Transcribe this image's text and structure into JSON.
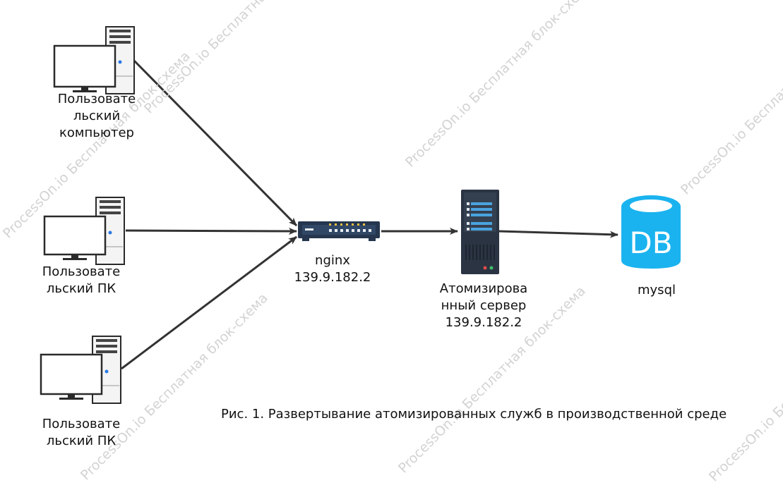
{
  "watermark": "ProcessOn.io Бесплатная блок-схема",
  "nodes": {
    "pc1": {
      "lines": [
        "Пользовате",
        "льский",
        "компьютер"
      ]
    },
    "pc2": {
      "lines": [
        "Пользовате",
        "льский ПК"
      ]
    },
    "pc3": {
      "lines": [
        "Пользовате",
        "льский ПК"
      ]
    },
    "nginx": {
      "lines": [
        "nginx",
        "139.9.182.2"
      ]
    },
    "server": {
      "lines": [
        "Атомизирова",
        "нный сервер",
        "139.9.182.2"
      ]
    },
    "db": {
      "icon_text": "DB",
      "lines": [
        "mysql"
      ]
    }
  },
  "caption": "Рис. 1. Развертывание атомизированных служб в производственной среде",
  "colors": {
    "db": "#1ab3ef",
    "server": "#2a3442",
    "switch": "#25364e",
    "line": "#333333"
  }
}
